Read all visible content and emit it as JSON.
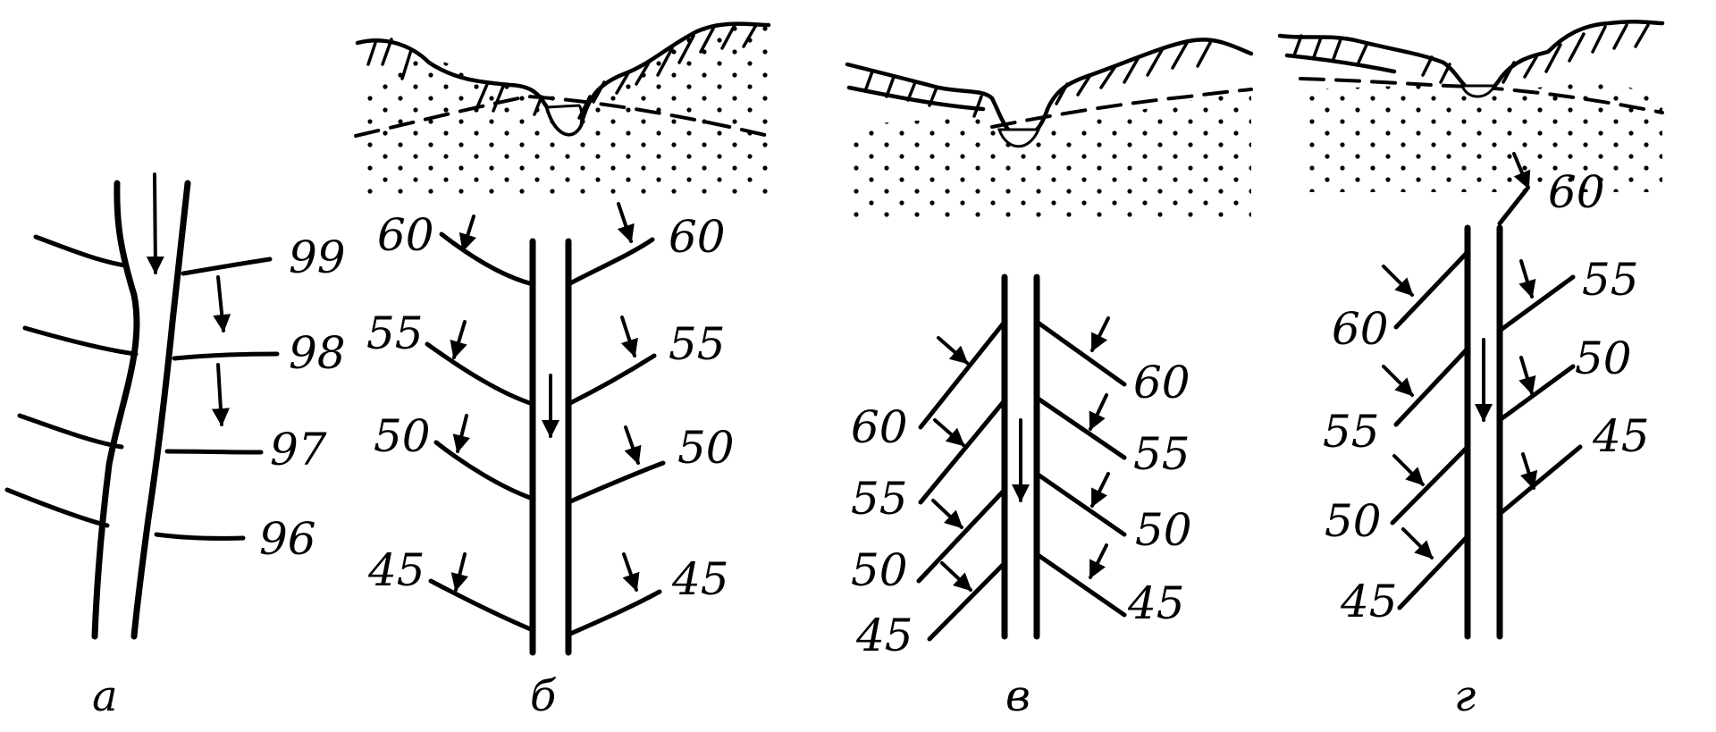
{
  "panels": [
    {
      "id": "a",
      "label": "а",
      "contours": [
        "99",
        "98",
        "97",
        "96"
      ]
    },
    {
      "id": "b",
      "label": "б",
      "left_labels": [
        "60",
        "55",
        "50",
        "45"
      ],
      "right_labels": [
        "60",
        "55",
        "50",
        "45"
      ]
    },
    {
      "id": "v",
      "label": "в",
      "left_labels": [
        "60",
        "55",
        "50",
        "45"
      ],
      "right_labels": [
        "60",
        "55",
        "50",
        "45"
      ]
    },
    {
      "id": "g",
      "label": "г",
      "left_labels": [
        "60",
        "55",
        "50",
        "45"
      ],
      "right_labels": [
        "60",
        "55",
        "50",
        "45"
      ]
    }
  ]
}
